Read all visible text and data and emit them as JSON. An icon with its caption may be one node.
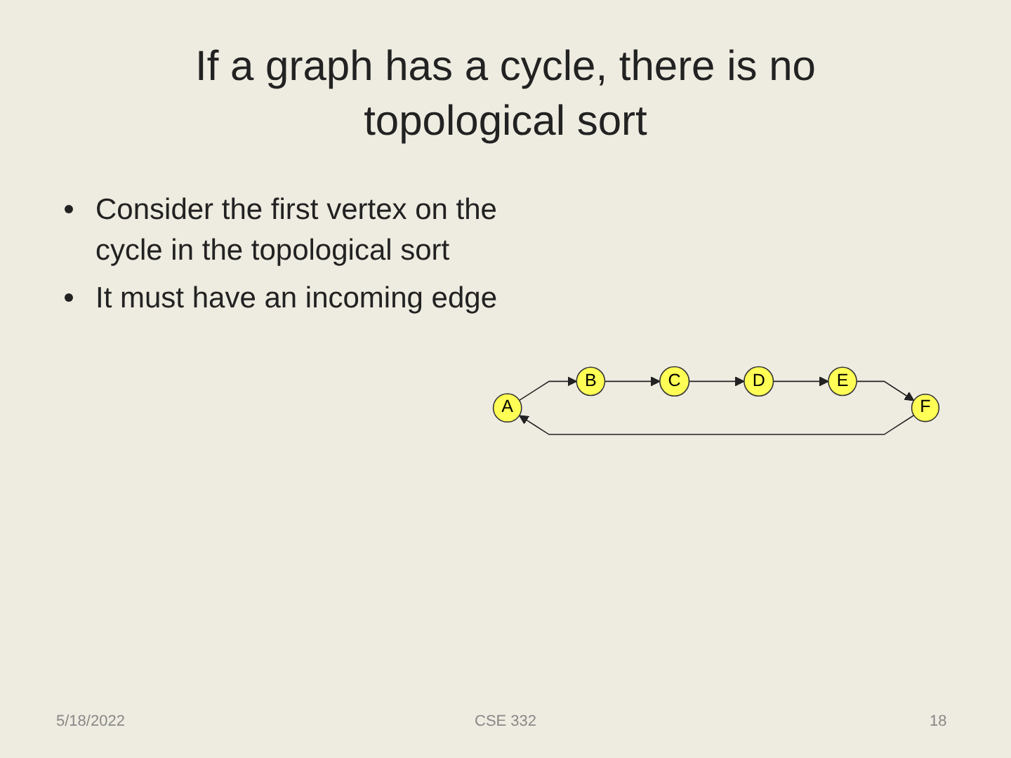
{
  "diagram": {
    "title": "If a graph has a cycle, there is no topological sort",
    "nodes": [
      {
        "text": [
          "A"
        ]
      },
      {
        "text": [
          "B"
        ]
      },
      {
        "text": [
          "C"
        ]
      },
      {
        "text": [
          "D"
        ]
      },
      {
        "text": [
          "E"
        ]
      },
      {
        "text": [
          "F"
        ]
      }
    ],
    "edges": [
      {
        "from": 5,
        "to": 0,
        "arrow": "to"
      },
      {
        "from": 0,
        "to": 1,
        "arrow": "to"
      },
      {
        "from": 1,
        "to": 2,
        "arrow": "to"
      },
      {
        "from": 2,
        "to": 3,
        "arrow": "to"
      },
      {
        "from": 3,
        "to": 4,
        "arrow": "to"
      },
      {
        "from": 4,
        "to": 5,
        "arrow": "to"
      }
    ],
    "labels": [
      "Consider the first vertex on the cycle in the topological sort",
      "It must have an incoming edge",
      "5/18/2022",
      "CSE 332",
      "18"
    ]
  }
}
